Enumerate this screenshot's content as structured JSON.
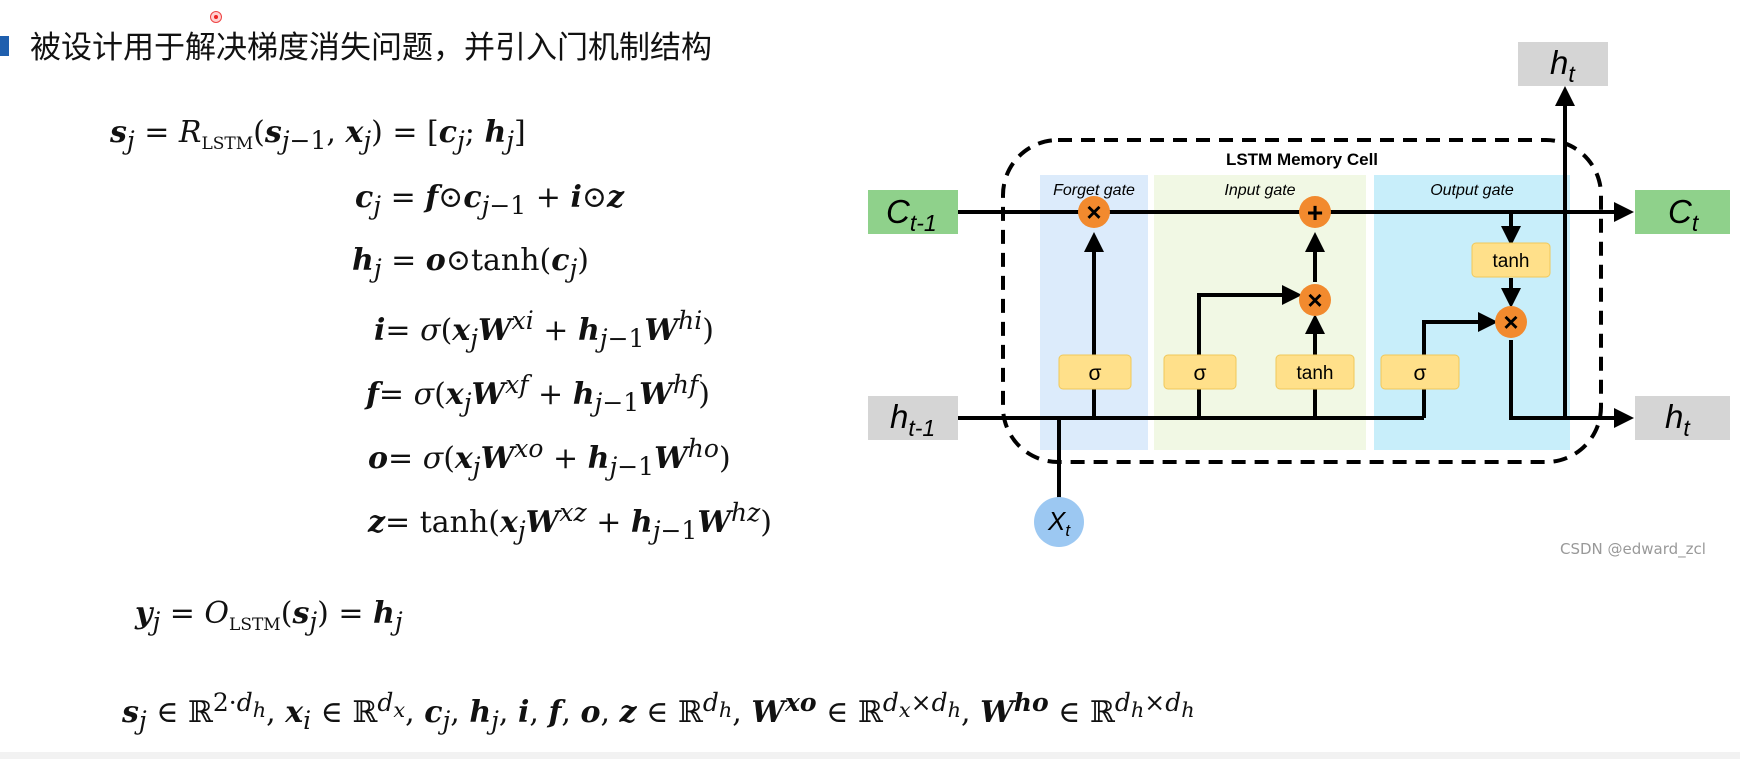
{
  "heading": "被设计用于解决梯度消失问题，并引入门机制结构",
  "equations": {
    "state": "s_j = R_LSTM(s_{j−1}, x_j) = [c_j ; h_j]",
    "cell": "c_j = f⊙c_{j−1} + i⊙z",
    "hidden": "h_j = o⊙tanh(c_j)",
    "input_gate": "i = σ(x_j W^{xi} + h_{j−1} W^{hi})",
    "forget_gate": "f = σ(x_j W^{xf} + h_{j−1} W^{hf})",
    "output_gate": "o = σ(x_j W^{xo} + h_{j−1} W^{ho})",
    "candidate": "z = tanh(x_j W^{xz} + h_{j−1} W^{hz})",
    "output": "y_j = O_LSTM(s_j) = h_j",
    "dimensions": "s_j ∈ ℝ^{2·d_h}, x_i ∈ ℝ^{d_x}, c_j, h_j, i, f, o, z ∈ ℝ^{d_h}, W^{xo} ∈ ℝ^{d_x×d_h}, W^{ho} ∈ ℝ^{d_h×d_h}"
  },
  "diagram": {
    "cell_title": "LSTM Memory Cell",
    "forget_gate": "Forget gate",
    "input_gate": "Input gate",
    "output_gate": "Output gate",
    "sigma": "σ",
    "tanh": "tanh",
    "times": "×",
    "plus": "+",
    "c_prev": "C",
    "c_prev_sub": "t-1",
    "c_next": "C",
    "c_next_sub": "t",
    "h_prev": "h",
    "h_prev_sub": "t-1",
    "h_next": "h",
    "h_next_sub": "t",
    "h_top": "h",
    "h_top_sub": "t",
    "x_in": "X",
    "x_in_sub": "t",
    "colors": {
      "cell_state_box": "#8fd18b",
      "hidden_box": "#d5d5d5",
      "forget_bg": "#dcebfb",
      "input_bg": "#f1f8e4",
      "output_bg": "#c8eefa",
      "gate_box": "#ffe08a",
      "operator": "#f28a2e",
      "x_circle": "#9cc8f2"
    }
  },
  "watermark": "CSDN @edward_zcl"
}
